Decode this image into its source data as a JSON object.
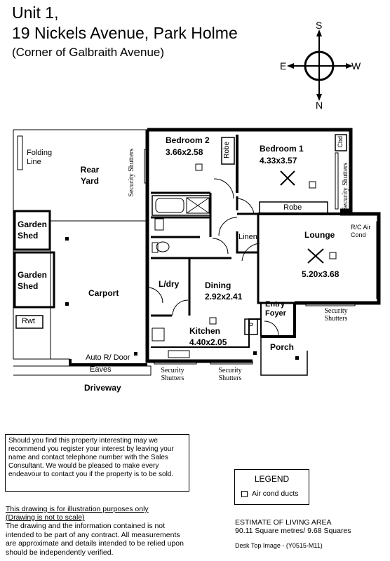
{
  "header": {
    "line1": "Unit 1,",
    "line2": "19 Nickels Avenue, Park Holme",
    "line3": "(Corner of Galbraith Avenue)"
  },
  "compass": {
    "north": "N",
    "south": "S",
    "east": "E",
    "west": "W"
  },
  "rooms": {
    "rear_yard": "Rear Yard",
    "folding_line": "Folding Line",
    "garden_shed_1": "Garden Shed",
    "garden_shed_2": "Garden Shed",
    "rwt": "Rwt",
    "carport": "Carport",
    "auto_door": "Auto R/ Door",
    "eaves": "Eaves",
    "driveway": "Driveway",
    "bedroom2_name": "Bedroom 2",
    "bedroom2_size": "3.66x2.58",
    "robe_vertical": "Robe",
    "bedroom1_name": "Bedroom 1",
    "bedroom1_size": "4.33x3.57",
    "cbd": "Cbd",
    "robe": "Robe",
    "linen": "Linen",
    "lounge_name": "Lounge",
    "lounge_size": "5.20x3.68",
    "rc_air": "R/C Air Cond",
    "laundry": "L/dry",
    "dining_name": "Dining",
    "dining_size": "2.92x2.41",
    "kitchen_name": "Kitchen",
    "kitchen_size": "4.40x2.05",
    "pantry": "P",
    "entry": "Entry Foyer",
    "porch": "Porch",
    "security_shutters": "Security Shutters"
  },
  "note": "Should you find this property interesting may we recommend you register your interest by leaving your name and contact telephone number with the Sales Consultant. We would be pleased to make every endeavour to contact you if the property is to be sold.",
  "legend": {
    "title": "LEGEND",
    "item": "Air cond ducts"
  },
  "disclaimer": {
    "line1": "This drawing is for illustration purposes only",
    "line2": "(Drawing is not to scale)",
    "body": "The drawing and the information contained is not intended to be part of any contract.  All measurements are approximate and details intended to be relied upon should be independently verified."
  },
  "area": {
    "heading": "ESTIMATE OF LIVING AREA",
    "value": "90.11 Square metres/  9.68 Squares",
    "image_ref": "Desk Top Image - (Y0515-M11)"
  }
}
